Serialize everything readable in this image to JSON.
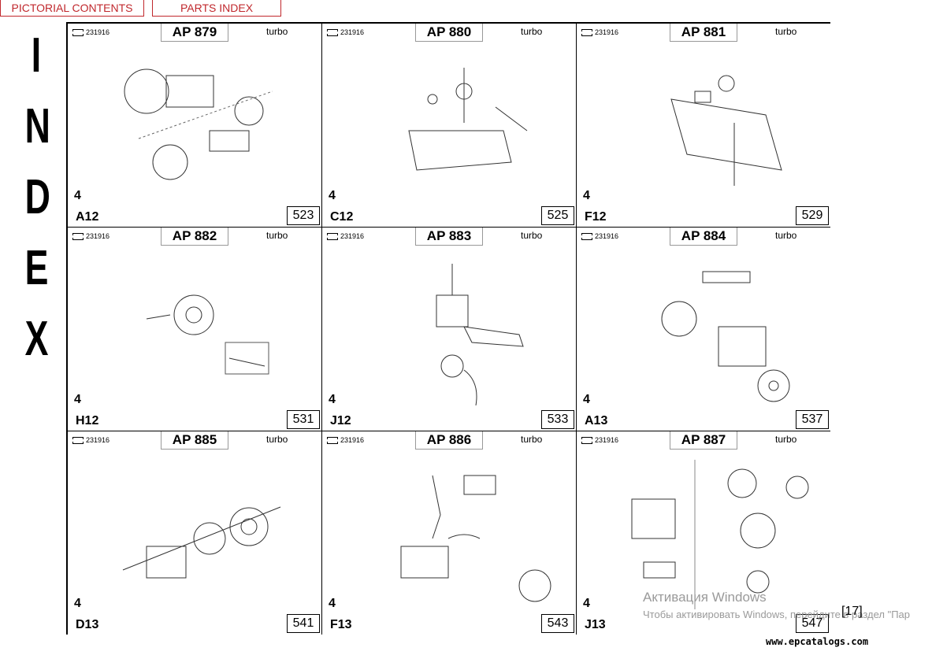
{
  "nav": {
    "pictorial_label": "PICTORIAL CONTENTS",
    "parts_label": "PARTS INDEX"
  },
  "side_title": [
    "I",
    "N",
    "D",
    "E",
    "X"
  ],
  "cells": [
    {
      "ref": "231916",
      "ap": "AP 879",
      "tag": "turbo",
      "num": "4",
      "code": "A12",
      "page": "523"
    },
    {
      "ref": "231916",
      "ap": "AP 880",
      "tag": "turbo",
      "num": "4",
      "code": "C12",
      "page": "525"
    },
    {
      "ref": "231916",
      "ap": "AP 881",
      "tag": "turbo",
      "num": "4",
      "code": "F12",
      "page": "529"
    },
    {
      "ref": "231916",
      "ap": "AP 882",
      "tag": "turbo",
      "num": "4",
      "code": "H12",
      "page": "531"
    },
    {
      "ref": "231916",
      "ap": "AP 883",
      "tag": "turbo",
      "num": "4",
      "code": "J12",
      "page": "533"
    },
    {
      "ref": "231916",
      "ap": "AP 884",
      "tag": "turbo",
      "num": "4",
      "code": "A13",
      "page": "537"
    },
    {
      "ref": "231916",
      "ap": "AP 885",
      "tag": "turbo",
      "num": "4",
      "code": "D13",
      "page": "541"
    },
    {
      "ref": "231916",
      "ap": "AP 886",
      "tag": "turbo",
      "num": "4",
      "code": "F13",
      "page": "543"
    },
    {
      "ref": "231916",
      "ap": "AP 887",
      "tag": "turbo",
      "num": "4",
      "code": "J13",
      "page": "547"
    }
  ],
  "page_number": "[17]",
  "watermark": {
    "line1": "Активация Windows",
    "line2": "Чтобы активировать Windows, перейдите в раздел \"Пар"
  },
  "site": "www.epcatalogs.com"
}
